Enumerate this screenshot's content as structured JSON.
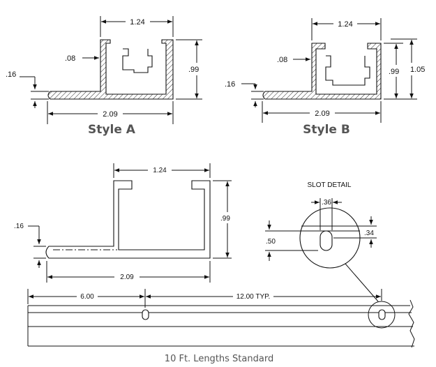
{
  "style_a": {
    "title": "Style A",
    "dim_width": "1.24",
    "dim_wall": ".08",
    "dim_flange": ".16",
    "dim_height": ".99",
    "dim_base": "2.09"
  },
  "style_b": {
    "title": "Style B",
    "dim_width": "1.24",
    "dim_wall": ".08",
    "dim_flange": ".16",
    "dim_height_inner": ".99",
    "dim_height_outer": "1.05",
    "dim_base": "2.09"
  },
  "profile": {
    "dim_width": "1.24",
    "dim_height": ".99",
    "dim_flange": ".16",
    "dim_base": "2.09"
  },
  "slot_detail": {
    "title": "SLOT DETAIL",
    "dim_slot_width": ".36",
    "dim_slot_inner": ".34",
    "dim_slot_length": ".50"
  },
  "rail": {
    "dim_first_hole": "6.00",
    "dim_spacing": "12.00 TYP."
  },
  "footer": {
    "note": "10 Ft. Lengths Standard"
  }
}
